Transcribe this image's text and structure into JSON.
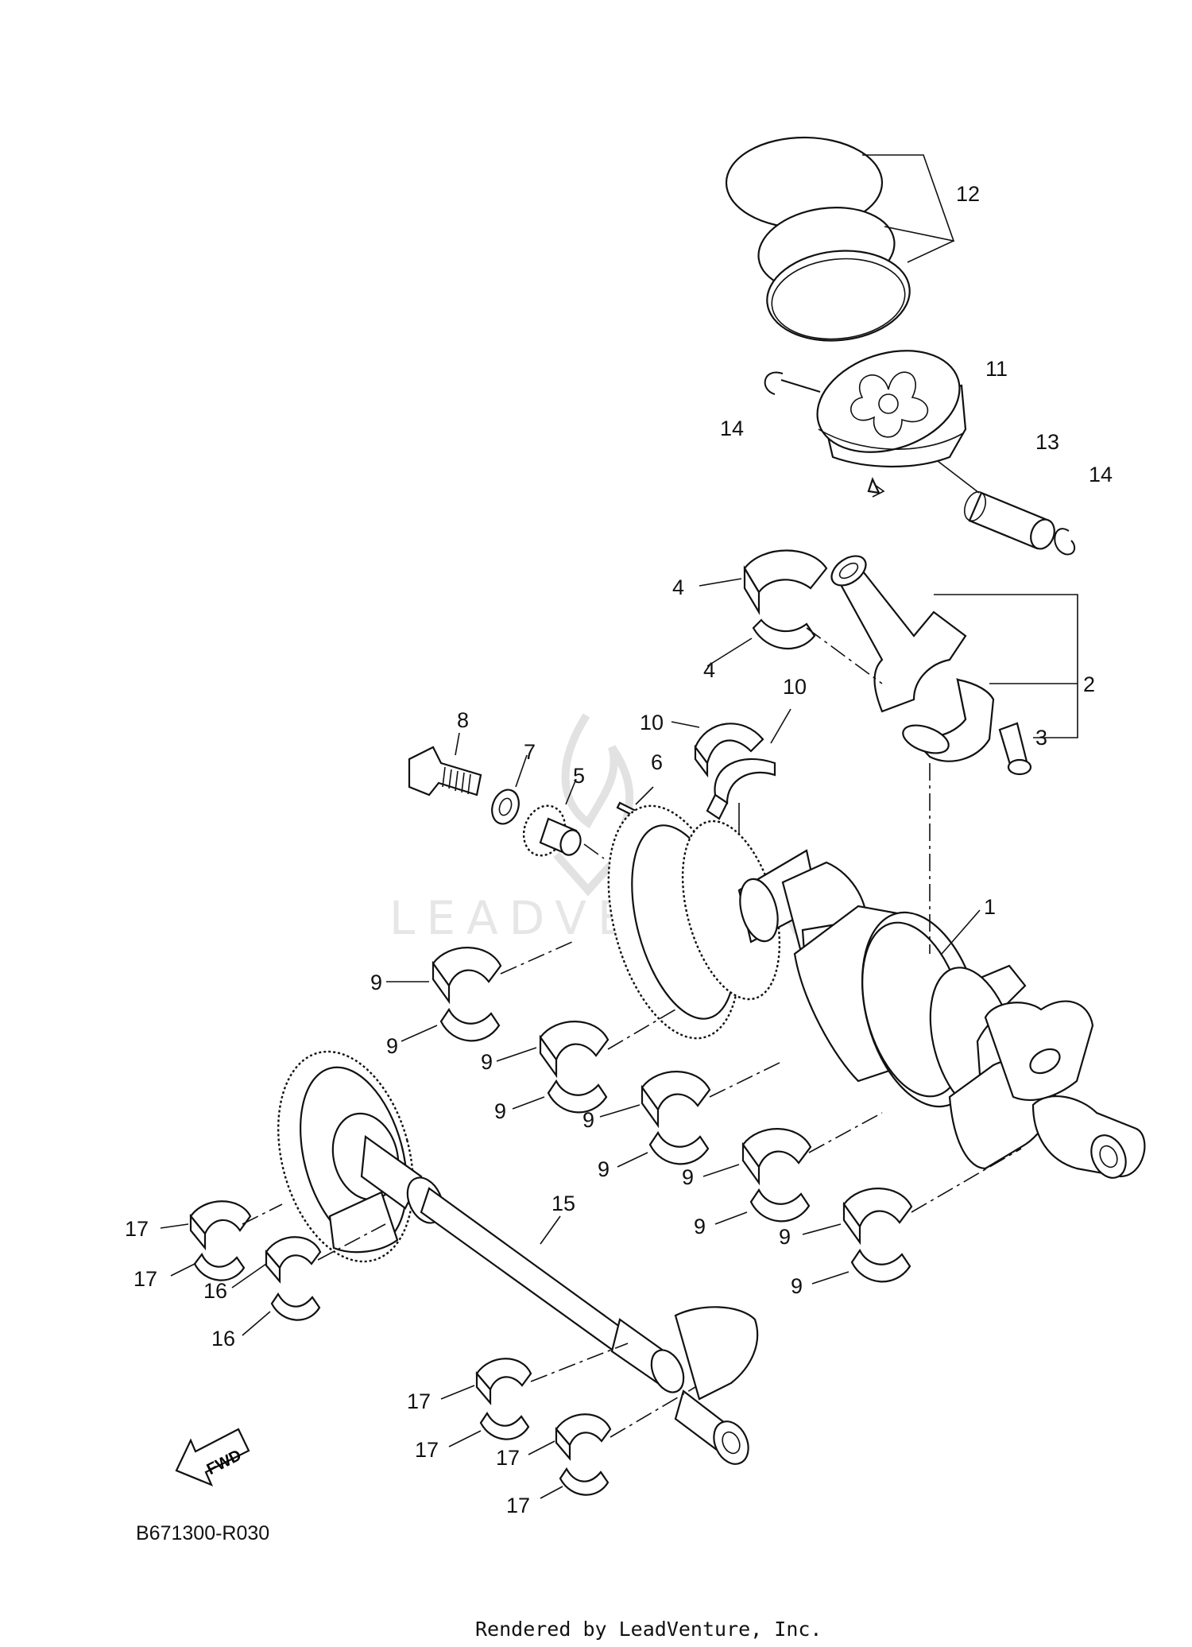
{
  "diagram": {
    "code": "B671300-R030",
    "fwd_label": "FWD",
    "watermark": "LEADVENTURE",
    "credit": "Rendered by LeadVenture, Inc.",
    "labels": {
      "l1": "1",
      "l2": "2",
      "l3": "3",
      "l4a": "4",
      "l4b": "4",
      "l5": "5",
      "l6": "6",
      "l7": "7",
      "l8": "8",
      "l9a": "9",
      "l9b": "9",
      "l9c": "9",
      "l9d": "9",
      "l9e": "9",
      "l9f": "9",
      "l9g": "9",
      "l9h": "9",
      "l9i": "9",
      "l9j": "9",
      "l10a": "10",
      "l10b": "10",
      "l11": "11",
      "l12": "12",
      "l13": "13",
      "l14a": "14",
      "l14b": "14",
      "l15": "15",
      "l16a": "16",
      "l16b": "16",
      "l17a": "17",
      "l17b": "17",
      "l17c": "17",
      "l17d": "17",
      "l17e": "17",
      "l17f": "17"
    }
  }
}
